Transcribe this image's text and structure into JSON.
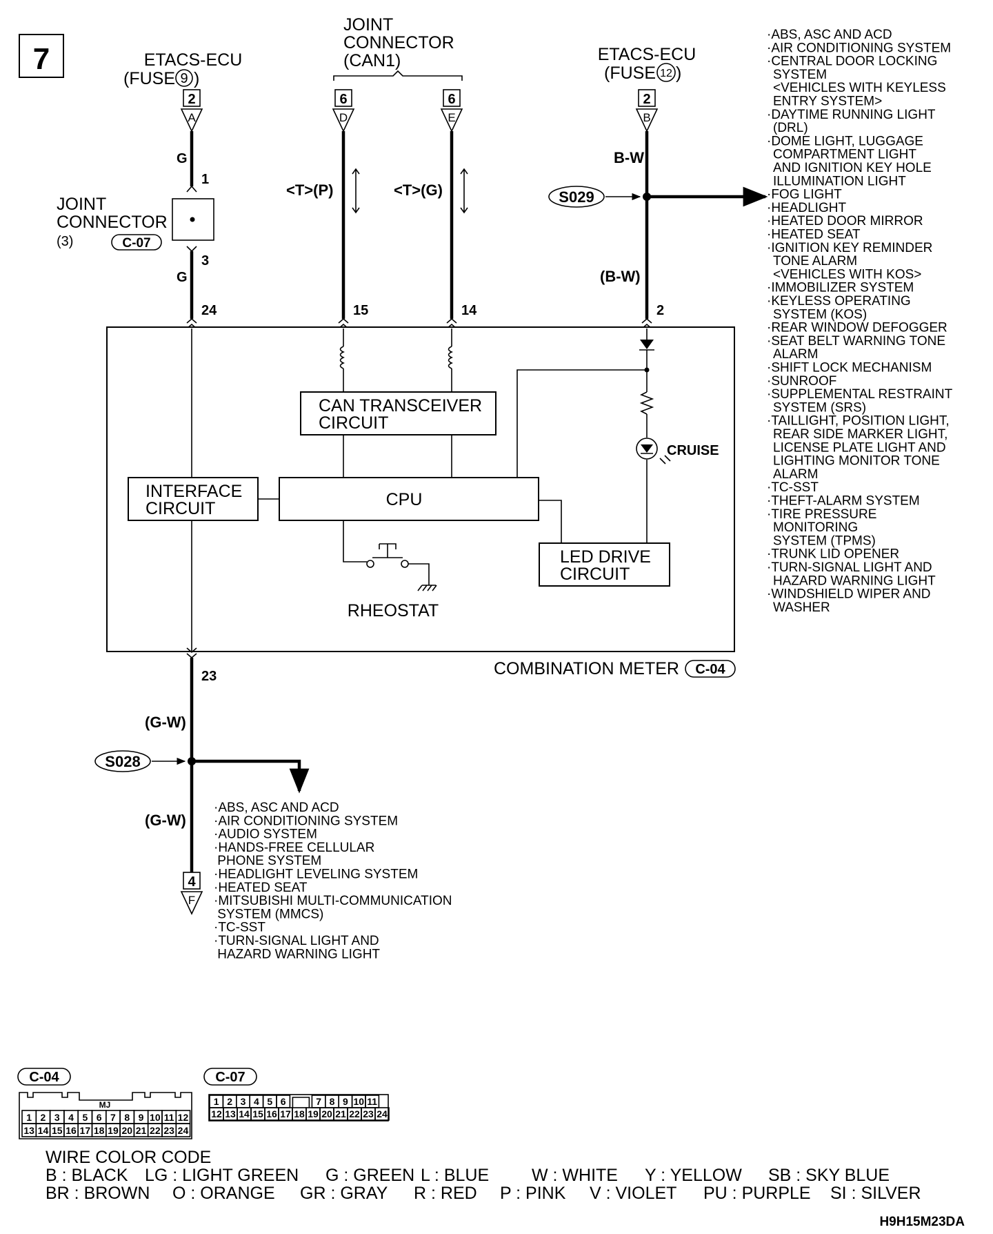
{
  "diagram_number": "7",
  "etacs_left": {
    "title": "ETACS-ECU",
    "fuse_prefix": "(FUSE",
    "fuse_num": "9",
    "fuse_suffix": ")",
    "pin": "2",
    "connector": "A"
  },
  "joint_can1": {
    "line1": "JOINT",
    "line2": "CONNECTOR",
    "line3": "(CAN1)"
  },
  "can_d": {
    "pin": "6",
    "connector": "D",
    "label": "<T>(P)",
    "meter_pin": "15"
  },
  "can_e": {
    "pin": "6",
    "connector": "E",
    "label": "<T>(G)",
    "meter_pin": "14"
  },
  "etacs_right": {
    "title": "ETACS-ECU",
    "fuse_prefix": "(FUSE",
    "fuse_num": "12",
    "fuse_suffix": ")",
    "pin": "2",
    "connector": "B"
  },
  "joint3": {
    "line1": "JOINT",
    "line2": "CONNECTOR",
    "line3": "(3)",
    "code": "C-07",
    "pin_top": "1",
    "pin_bottom": "3"
  },
  "wire_colors": {
    "g_top": "G",
    "g_bottom": "G",
    "bw_top": "B-W",
    "bw_bottom": "(B-W)",
    "gw_top": "(G-W)",
    "gw_bottom": "(G-W)"
  },
  "meter_pins": {
    "p24": "24",
    "p23": "23",
    "p2": "2"
  },
  "splices": {
    "right": "S029",
    "left": "S028"
  },
  "blocks": {
    "can_line1": "CAN TRANSCEIVER",
    "can_line2": "CIRCUIT",
    "interface_line1": "INTERFACE",
    "interface_line2": "CIRCUIT",
    "cpu": "CPU",
    "led_line1": "LED DRIVE",
    "led_line2": "CIRCUIT",
    "rheostat": "RHEOSTAT",
    "cruise": "CRUISE"
  },
  "combination_meter": {
    "label": "COMBINATION METER",
    "code": "C-04"
  },
  "bottom_connector": {
    "pin": "4",
    "connector": "F"
  },
  "right_list": [
    "·ABS, ASC AND ACD",
    "·AIR CONDITIONING SYSTEM",
    "·CENTRAL DOOR LOCKING",
    "SYSTEM",
    "<VEHICLES WITH KEYLESS",
    "ENTRY SYSTEM>",
    "·DAYTIME RUNNING LIGHT",
    "(DRL)",
    "·DOME LIGHT, LUGGAGE",
    "COMPARTMENT LIGHT",
    "AND IGNITION KEY HOLE",
    "ILLUMINATION LIGHT",
    "·FOG LIGHT",
    "·HEADLIGHT",
    "·HEATED DOOR MIRROR",
    "·HEATED SEAT",
    "·IGNITION KEY REMINDER",
    "TONE ALARM",
    "<VEHICLES WITH KOS>",
    "·IMMOBILIZER SYSTEM",
    "·KEYLESS OPERATING",
    "SYSTEM (KOS)",
    "·REAR WINDOW DEFOGGER",
    "·SEAT BELT WARNING TONE",
    "ALARM",
    "·SHIFT LOCK MECHANISM",
    "·SUNROOF",
    "·SUPPLEMENTAL RESTRAINT",
    "SYSTEM (SRS)",
    "·TAILLIGHT, POSITION LIGHT,",
    "REAR SIDE MARKER LIGHT,",
    "LICENSE PLATE LIGHT AND",
    "LIGHTING MONITOR TONE",
    "ALARM",
    "·TC-SST",
    "·THEFT-ALARM SYSTEM",
    "·TIRE PRESSURE",
    "MONITORING",
    "SYSTEM (TPMS)",
    "·TRUNK LID OPENER",
    "·TURN-SIGNAL LIGHT AND",
    "HAZARD WARNING LIGHT",
    "·WINDSHIELD WIPER AND",
    "WASHER"
  ],
  "bottom_list": [
    "·ABS, ASC AND ACD",
    "·AIR CONDITIONING SYSTEM",
    "·AUDIO SYSTEM",
    "·HANDS-FREE CELLULAR",
    " PHONE SYSTEM",
    "·HEADLIGHT LEVELING SYSTEM",
    "·HEATED SEAT",
    "·MITSUBISHI MULTI-COMMUNICATION",
    " SYSTEM (MMCS)",
    "·TC-SST",
    "·TURN-SIGNAL LIGHT AND",
    " HAZARD WARNING LIGHT"
  ],
  "connectors": {
    "c04": {
      "code": "C-04",
      "mj": "MJ",
      "row1": [
        "1",
        "2",
        "3",
        "4",
        "5",
        "6",
        "7",
        "8",
        "9",
        "10",
        "11",
        "12"
      ],
      "row2": [
        "13",
        "14",
        "15",
        "16",
        "17",
        "18",
        "19",
        "20",
        "21",
        "22",
        "23",
        "24"
      ]
    },
    "c07": {
      "code": "C-07",
      "row1": [
        "1",
        "2",
        "3",
        "4",
        "5",
        "6",
        "",
        "7",
        "8",
        "9",
        "10",
        "11"
      ],
      "row2": [
        "12",
        "13",
        "14",
        "15",
        "16",
        "17",
        "18",
        "19",
        "20",
        "21",
        "22",
        "23",
        "24"
      ]
    }
  },
  "wire_color_code": {
    "title": "WIRE COLOR CODE",
    "row1": [
      "B : BLACK",
      "LG : LIGHT GREEN",
      "G : GREEN",
      "L : BLUE",
      "W : WHITE",
      "Y : YELLOW",
      "SB : SKY BLUE"
    ],
    "row2": [
      "BR : BROWN",
      "O : ORANGE",
      "GR : GRAY",
      "R : RED",
      "P : PINK",
      "V : VIOLET",
      "PU : PURPLE",
      "SI : SILVER"
    ]
  },
  "figure_code": "H9H15M23DA"
}
